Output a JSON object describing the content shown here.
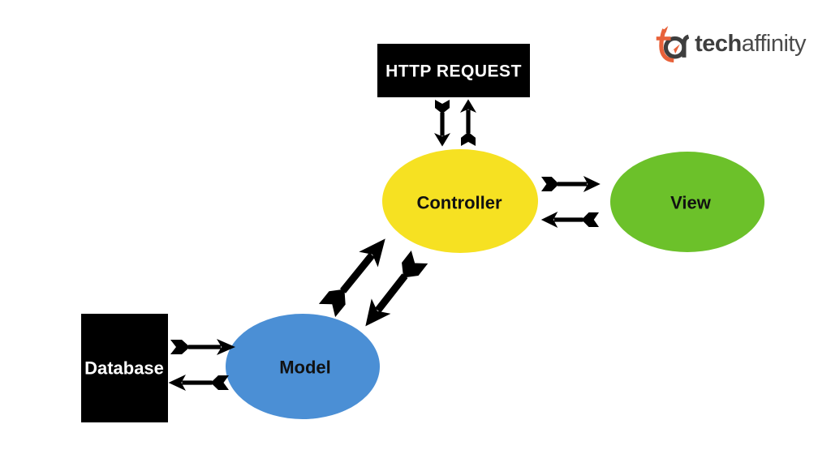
{
  "logo": {
    "brand_bold": "tech",
    "brand_light": "affinity",
    "orange": "#E8623A",
    "dark_gray": "#3E3E3E",
    "light_gray": "#4B4B4B"
  },
  "colors": {
    "background": "#FFFFFF",
    "black": "#000000",
    "arrow": "#000000",
    "node_label": "#111111",
    "white_label": "#FFFFFF",
    "controller_yellow": "#F6E122",
    "view_green": "#6CC12A",
    "model_blue": "#4B8FD5"
  },
  "nodes": {
    "http_request": {
      "label": "HTTP REQUEST",
      "shape": "rect",
      "fill": "#000000"
    },
    "controller": {
      "label": "Controller",
      "shape": "ellipse",
      "fill": "#F6E122"
    },
    "view": {
      "label": "View",
      "shape": "ellipse",
      "fill": "#6CC12A"
    },
    "model": {
      "label": "Model",
      "shape": "ellipse",
      "fill": "#4B8FD5"
    },
    "database": {
      "label": "Database",
      "shape": "rect",
      "fill": "#000000"
    }
  },
  "connections": [
    {
      "from": "http_request",
      "to": "controller"
    },
    {
      "from": "controller",
      "to": "http_request"
    },
    {
      "from": "controller",
      "to": "view"
    },
    {
      "from": "view",
      "to": "controller"
    },
    {
      "from": "model",
      "to": "controller"
    },
    {
      "from": "controller",
      "to": "model"
    },
    {
      "from": "database",
      "to": "model"
    },
    {
      "from": "model",
      "to": "database"
    }
  ]
}
